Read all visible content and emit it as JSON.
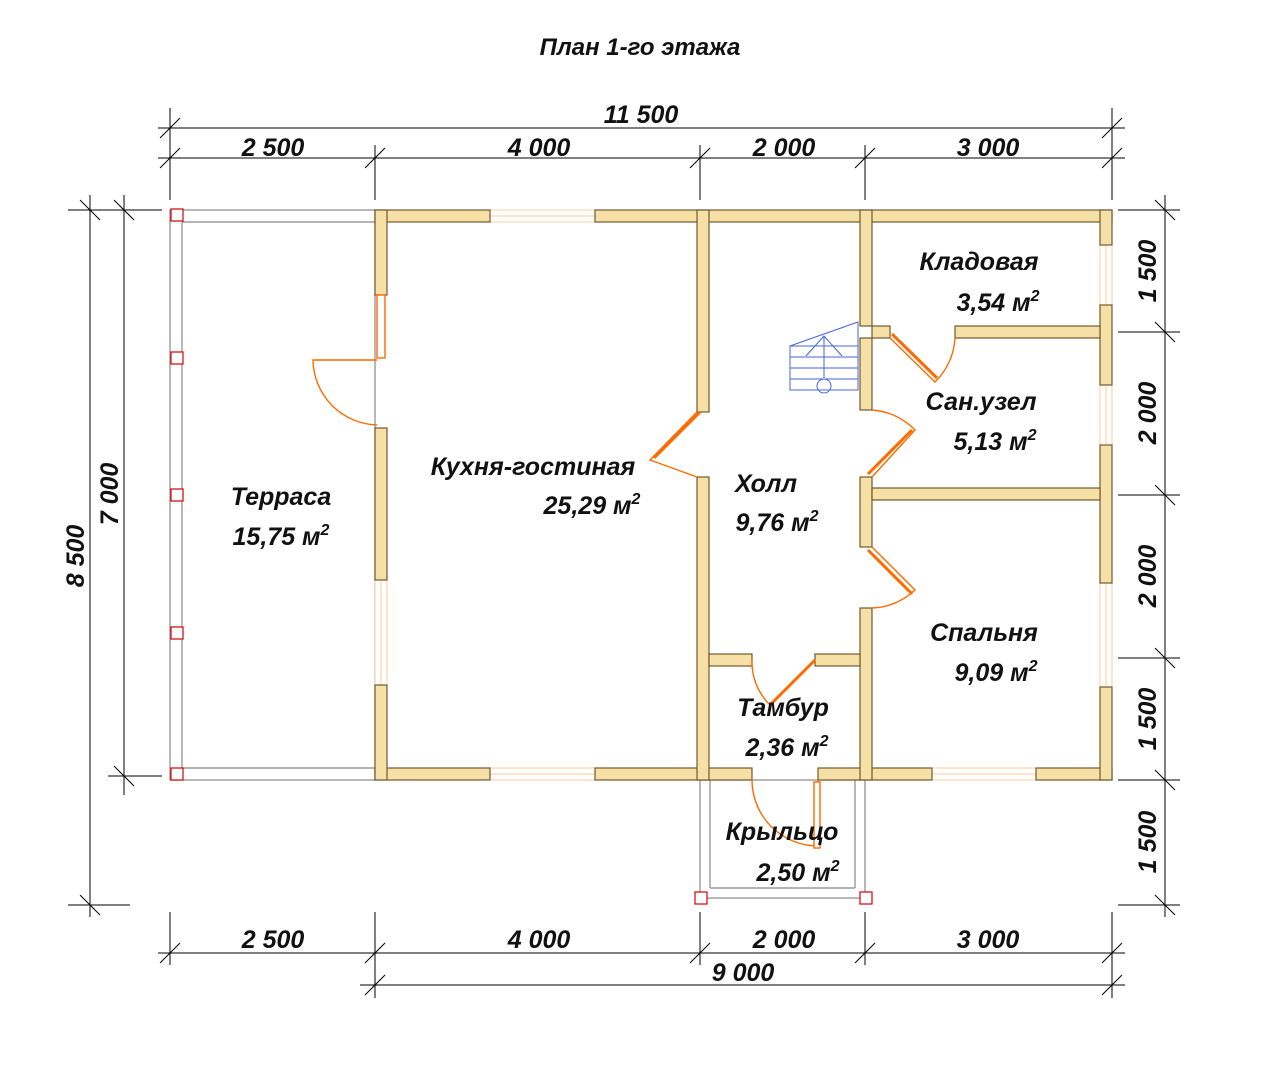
{
  "title": "План 1-го этажа",
  "area_unit_suffix": "м",
  "area_unit_power": "2",
  "rooms": [
    {
      "id": "terrace",
      "name": "Терраса",
      "area": "15,75"
    },
    {
      "id": "kitchen",
      "name": "Кухня-гостиная",
      "area": "25,29"
    },
    {
      "id": "hall",
      "name": "Холл",
      "area": "9,76"
    },
    {
      "id": "storage",
      "name": "Кладовая",
      "area": "3,54"
    },
    {
      "id": "bathroom",
      "name": "Сан.узел",
      "area": "5,13"
    },
    {
      "id": "bedroom",
      "name": "Спальня",
      "area": "9,09"
    },
    {
      "id": "vestibule",
      "name": "Тамбур",
      "area": "2,36"
    },
    {
      "id": "porch",
      "name": "Крыльцо",
      "area": "2,50"
    }
  ],
  "dimensions": {
    "top_total": "11 500",
    "top_segments": [
      "2 500",
      "4 000",
      "2 000",
      "3 000"
    ],
    "bottom_segments": [
      "2 500",
      "4 000",
      "2 000",
      "3 000"
    ],
    "bottom_total": "9 000",
    "left_outer": "8 500",
    "left_inner": "7 000",
    "right_segments": [
      "1 500",
      "2 000",
      "2 000",
      "1 500",
      "1 500"
    ]
  },
  "colors": {
    "wall_fill": "#f7e0a5",
    "wall_stroke": "#6e5a2e",
    "door": "#ff6a00",
    "window": "#ffc9a0",
    "column": "#d40000",
    "stair": "#4466dd",
    "dim_line": "#000000"
  }
}
